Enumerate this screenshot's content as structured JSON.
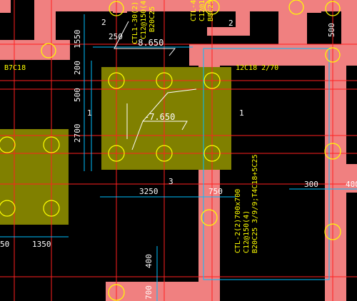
{
  "colors": {
    "background": "#000000",
    "beam_fill": "#f08080",
    "pile_cap_fill": "#808000",
    "pile_circle": "#ffff00",
    "dim_line": "#00bfff",
    "axis_line": "#ff2020",
    "text_white": "#ffffff",
    "text_yellow": "#ffff00"
  },
  "labels": {
    "dim_2_top": "2",
    "dim_250": "250",
    "elev_8650": "-8.650",
    "dim_1550": "1550",
    "dim_200": "200",
    "dim_500": "500",
    "dim_2700": "2700",
    "dim_1_left": "1",
    "dim_1_right": "1",
    "elev_7650": "-7.650",
    "dim_3": "3",
    "dim_3250": "3250",
    "dim_750": "750",
    "dim_300": "300",
    "dim_400_right": "400",
    "dim_500_right": "500",
    "dim_1350": "1350",
    "dim_50": "50",
    "dim_400_bottom": "400",
    "dim_700_bottom": "700",
    "dim_2_top_right": "2",
    "rebar_b7c18": "B7C18",
    "rebar_12c18": "12C18 2/70",
    "beam_ctl2": "CTL-2(2)700x700",
    "beam_ctl2_stir": "C12@150(4)",
    "beam_ctl2_bars": "B20C25 3/9/9;T4C18+5C25",
    "beam_ctl_top_a": "CTL1-30(2)",
    "beam_ctl_top_b": "C12@150(4)",
    "beam_ctl_top_c": "B20C25",
    "beam_ctl_top2_a": "CTL-4(",
    "beam_ctl_top2_b": "C12@1",
    "beam_ctl_top2_c": "B8C25"
  }
}
